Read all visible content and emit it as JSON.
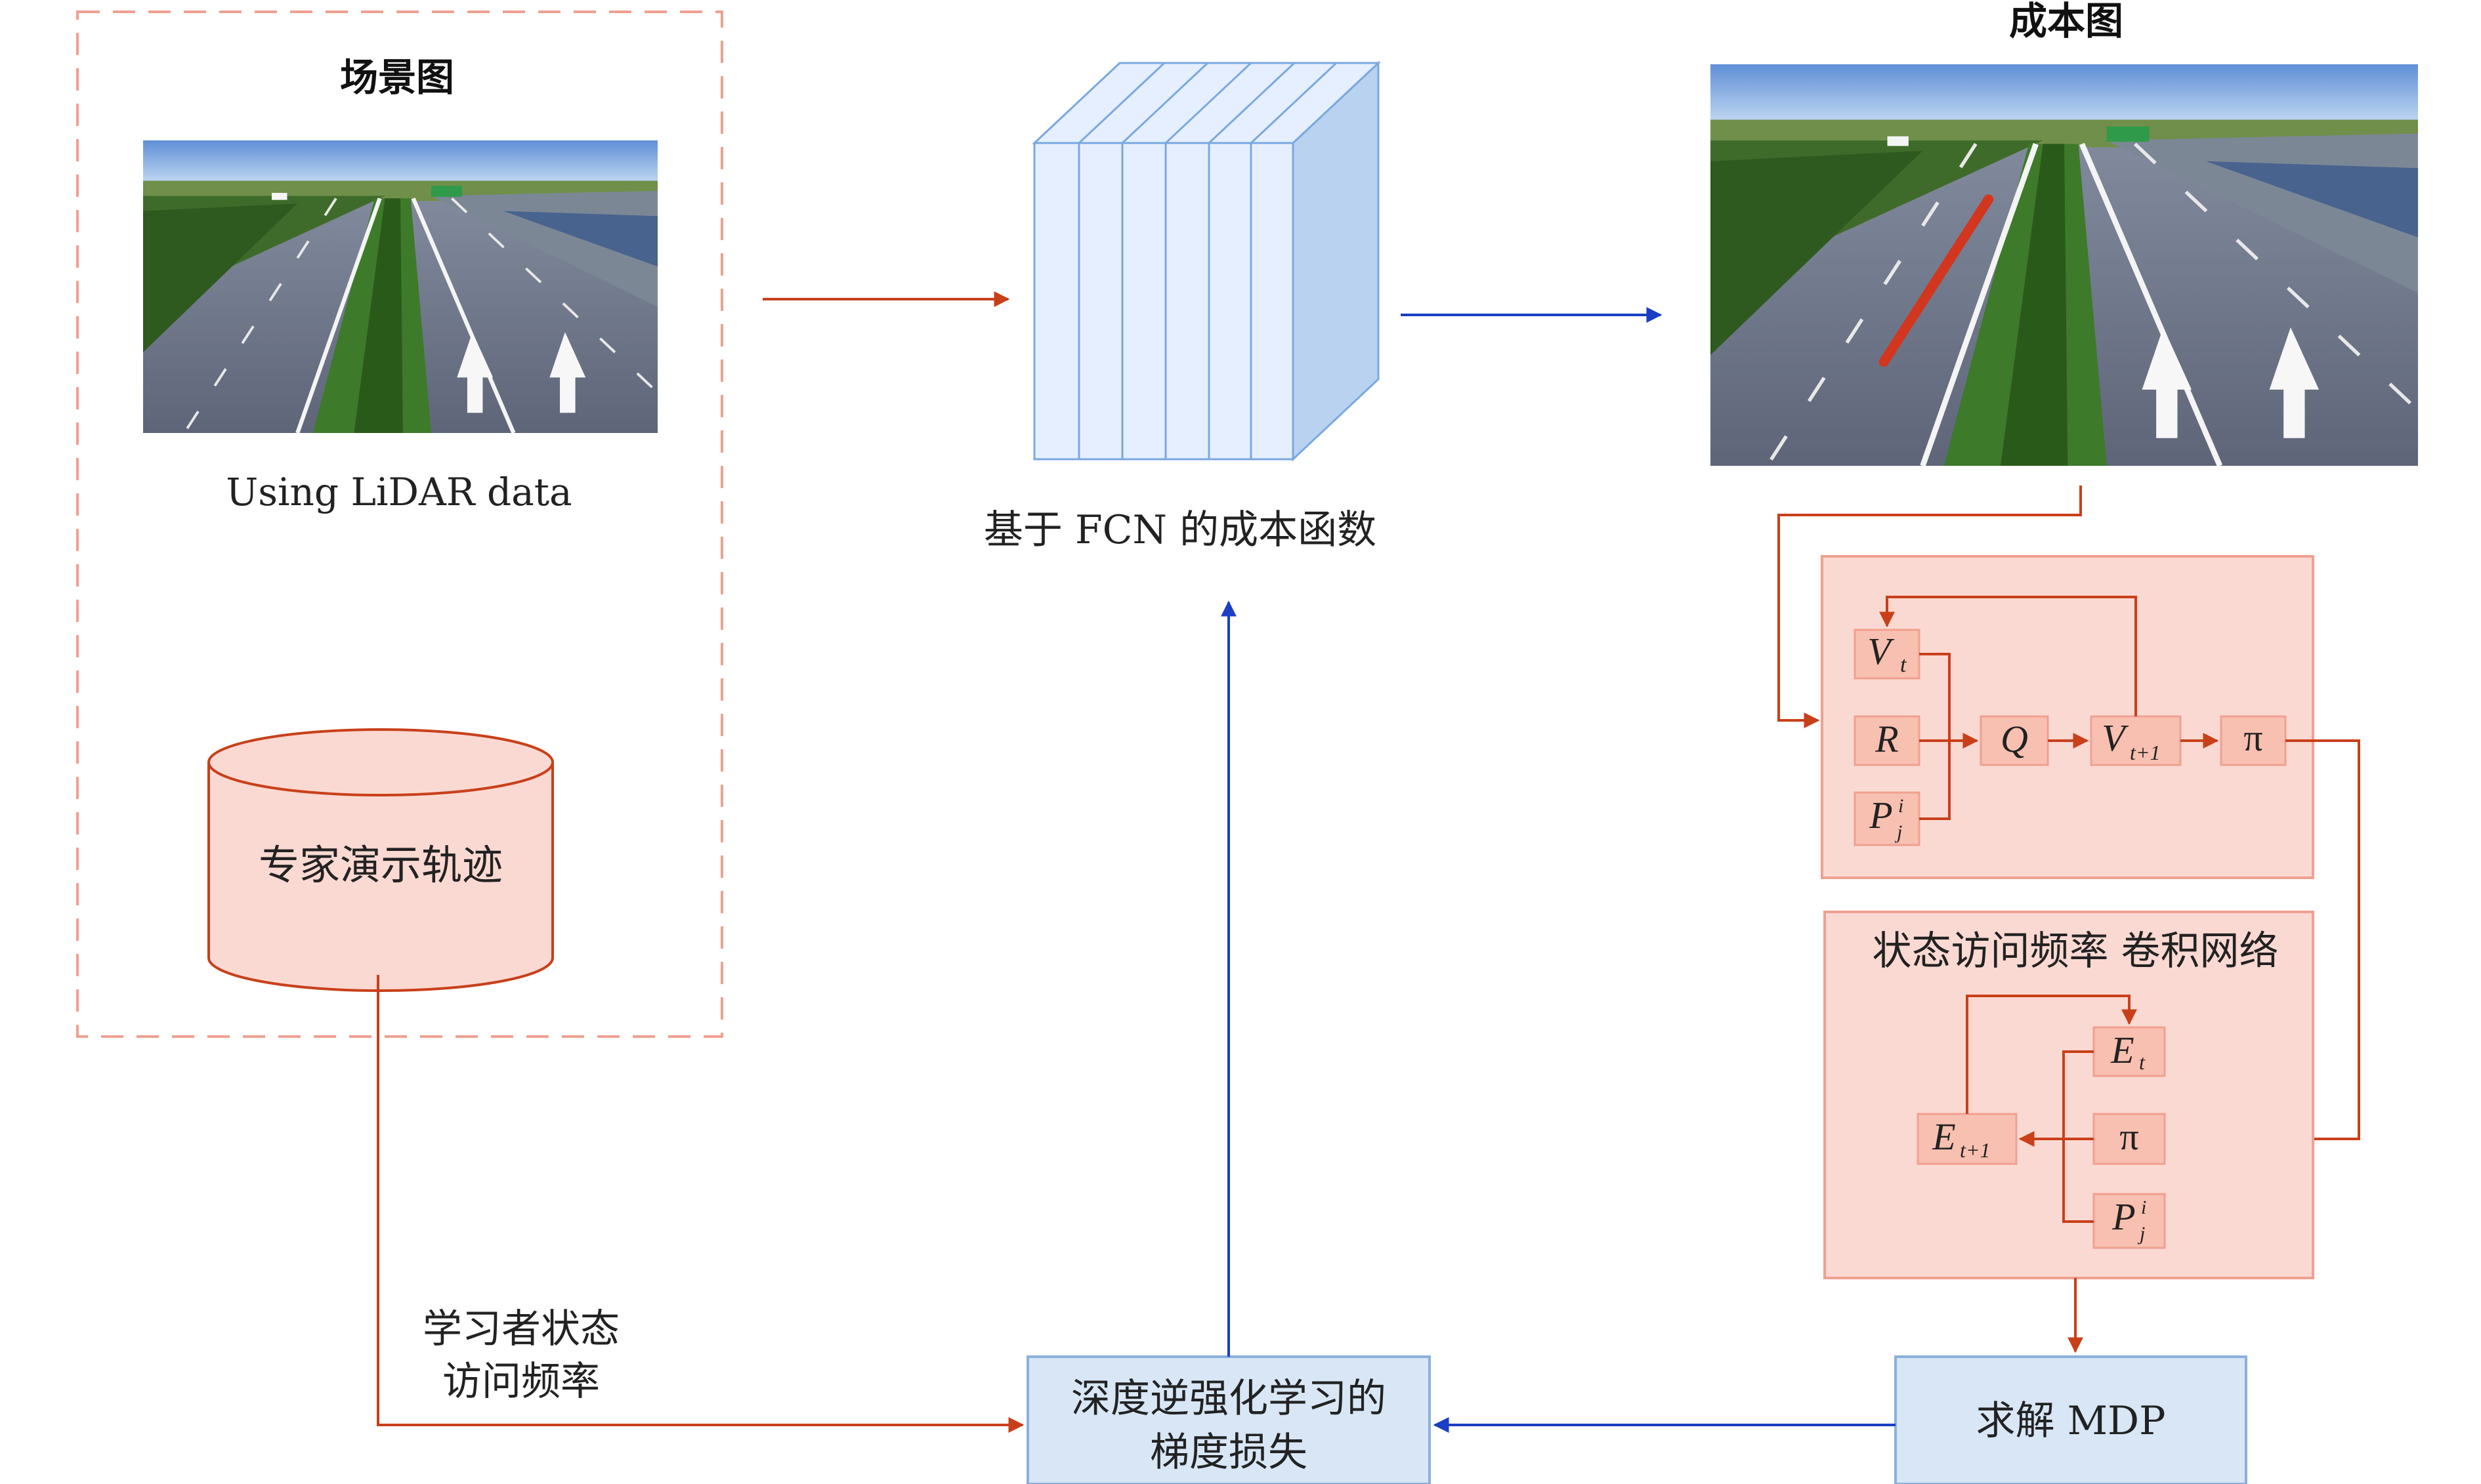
{
  "scene": {
    "title": "场景图",
    "caption": "Using LiDAR data",
    "expert_label": "专家演示轨迹"
  },
  "fcn": {
    "caption": "基于 FCN 的成本函数"
  },
  "cost_map": {
    "title": "成本图"
  },
  "value_iteration": {
    "Vt": "V",
    "Vt_sub": "t",
    "R": "R",
    "P": "P",
    "P_sup": "i",
    "P_sub": "j",
    "Q": "Q",
    "Vt1": "V",
    "Vt1_sub": "t+1",
    "pi": "π"
  },
  "svf": {
    "title": "状态访问频率  卷积网络",
    "Et": "E",
    "Et_sub": "t",
    "Et1": "E",
    "Et1_sub": "t+1",
    "pi": "π",
    "P": "P",
    "P_sup": "i",
    "P_sub": "j"
  },
  "learner_svf": {
    "line1": "学习者状态",
    "line2": "访问频率"
  },
  "gradient": {
    "line1": "深度逆强化学习的",
    "line2": "梯度损失"
  },
  "mdp": {
    "label": "求解 MDP"
  },
  "colors": {
    "red_arrow": "#c8401a",
    "blue_arrow": "#1a3fc4",
    "pink_fill": "#fbd9d3",
    "pink_stroke": "#f0a090",
    "node_fill": "#f8c0b0",
    "cube_fill": "#e6efff",
    "cube_side": "#b9d2f0",
    "cube_stroke": "#7aa8e0",
    "blue_box_fill": "#d8e6f6",
    "blue_box_stroke": "#8ab0dc"
  }
}
